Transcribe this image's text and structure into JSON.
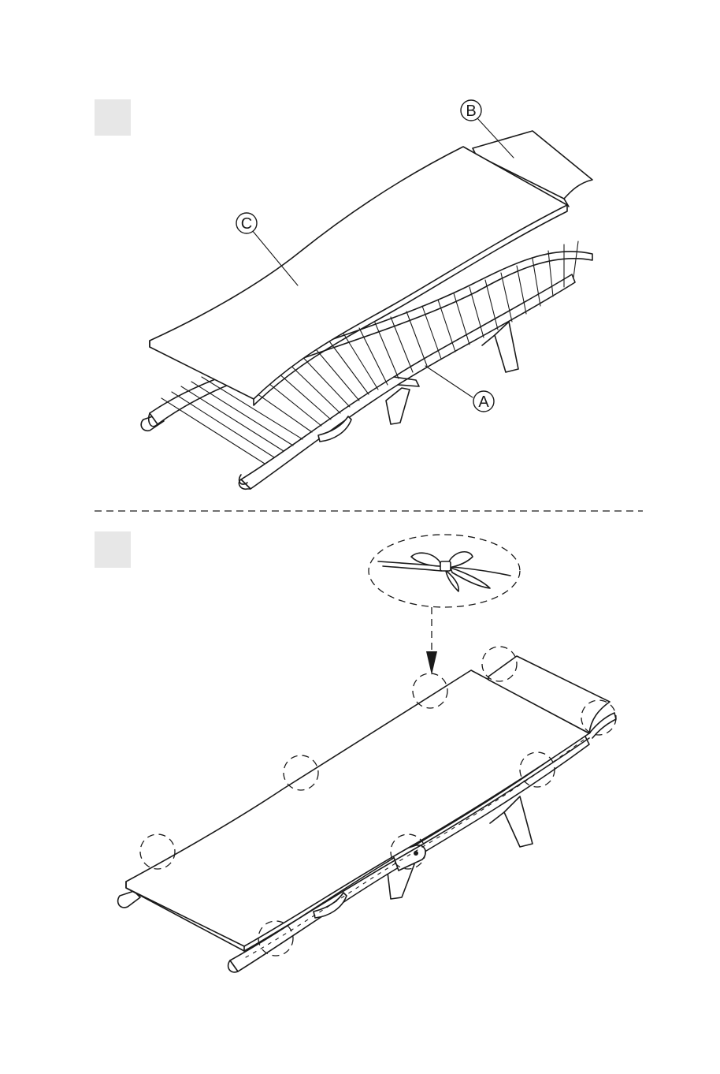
{
  "steps": [
    {
      "id": "step-1",
      "number": ""
    },
    {
      "id": "step-2",
      "number": ""
    }
  ],
  "callouts": {
    "a": "A",
    "b": "B",
    "c": "C"
  },
  "colors": {
    "line": "#1a1a1a",
    "step_box": "#e7e7e7",
    "background": "#ffffff"
  },
  "icons": [
    "tie-bow-detail-icon",
    "down-arrow-icon"
  ]
}
